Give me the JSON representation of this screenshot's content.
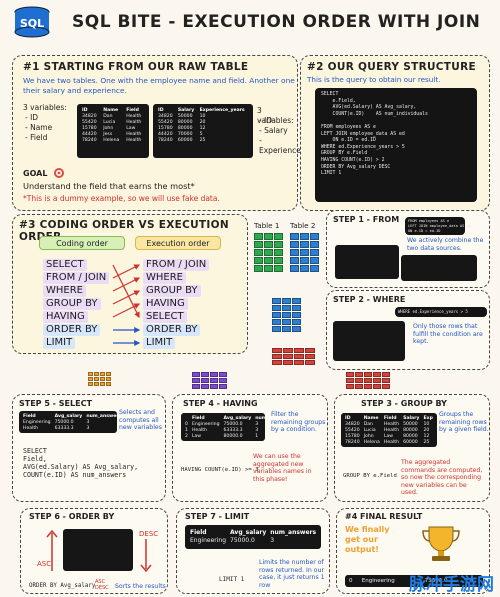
{
  "header": {
    "badge": "SQL",
    "title": "SQL BITE - EXECUTION ORDER WITH JOIN"
  },
  "section1": {
    "title": "#1 STARTING FROM OUR RAW TABLE",
    "intro": "We have two tables. One with the employee name and field. Another one their salary and experience.",
    "vars_left_label": "3 variables:",
    "vars_left": [
      "- ID",
      "- Name",
      "- Field"
    ],
    "vars_right_label": "3 variables:",
    "vars_right": [
      "- ID",
      "- Salary",
      "- Experience"
    ],
    "table1": {
      "headers": [
        "ID",
        "Name",
        "Field"
      ],
      "rows": [
        [
          "34820",
          "Dan",
          "Health"
        ],
        [
          "55420",
          "Lucia",
          "Health"
        ],
        [
          "15780",
          "John",
          "Law"
        ],
        [
          "44420",
          "Jess",
          "Health"
        ],
        [
          "78240",
          "Helena",
          "Health"
        ]
      ]
    },
    "table2": {
      "headers": [
        "ID",
        "Salary",
        "Experience_years"
      ],
      "rows": [
        [
          "34820",
          "50000",
          "10"
        ],
        [
          "55420",
          "80000",
          "20"
        ],
        [
          "15780",
          "80000",
          "12"
        ],
        [
          "44420",
          "70000",
          "5"
        ],
        [
          "78240",
          "60000",
          "25"
        ]
      ]
    },
    "goal_label": "GOAL",
    "goal": "Understand the field that earns the most*",
    "dummy_note": "*This is a dummy example, so we will use fake data."
  },
  "section2": {
    "title": "#2 OUR QUERY STRUCTURE",
    "intro": "This is the query to obtain our result.",
    "query": [
      "SELECT",
      "    e.Field,",
      "    AVG(ed.Salary) AS Avg_salary,",
      "    COUNT(e.ID)    AS num_individuals",
      "",
      "FROM employees AS e",
      "LEFT JOIN employee_data AS ed",
      "    ON e.ID = ed.ID",
      "WHERE ed.Experience_years > 5",
      "GROUP BY e.Field",
      "HAVING COUNT(e.ID) > 2",
      "ORDER BY Avg_salary DESC",
      "LIMIT 1"
    ]
  },
  "section3": {
    "title": "#3 CODING ORDER VS EXECUTION ORDER",
    "coding_label": "Coding order",
    "execution_label": "Execution order",
    "coding": [
      "SELECT",
      "FROM / JOIN",
      "WHERE",
      "GROUP BY",
      "HAVING",
      "ORDER BY",
      "LIMIT"
    ],
    "execution": [
      "FROM / JOIN",
      "WHERE",
      "GROUP BY",
      "HAVING",
      "SELECT",
      "ORDER BY",
      "LIMIT"
    ],
    "table_labels": [
      "Table 1",
      "Table 2"
    ]
  },
  "step1": {
    "title": "STEP 1 - FROM",
    "code_lines": [
      "FROM employees AS e",
      "LEFT JOIN employee_data AS ed",
      "ON e.ID = ed.ID"
    ],
    "note": "We actively combine the two data sources."
  },
  "step2": {
    "title": "STEP 2 - WHERE",
    "code": "WHERE ed.Experience_years > 5",
    "note": "Only those rows that fulfill the condition are kept."
  },
  "step3": {
    "title": "STEP 3 - GROUP BY",
    "headers": [
      "ID",
      "Name",
      "Field",
      "Salary",
      "Exp"
    ],
    "rows": [
      [
        "34820",
        "Dan",
        "Health",
        "50000",
        "10"
      ],
      [
        "55420",
        "Lucia",
        "Health",
        "80000",
        "20"
      ],
      [
        "15780",
        "John",
        "Law",
        "80000",
        "12"
      ],
      [
        "78240",
        "Helena",
        "Health",
        "60000",
        "25"
      ]
    ],
    "code": "GROUP BY e.Field",
    "note": "Groups the remaining rows by a given field.",
    "red_note": "The aggregated commands are computed, so now the corresponding new variables can be used."
  },
  "step4": {
    "title": "STEP 4 - HAVING",
    "headers": [
      "",
      "Field",
      "Avg_salary",
      "num_answers"
    ],
    "rows": [
      [
        "0",
        "Engineering",
        "75000.0",
        "3"
      ],
      [
        "1",
        "Health",
        "63333.3",
        "3"
      ],
      [
        "2",
        "Law",
        "80000.0",
        "1"
      ]
    ],
    "code": "HAVING COUNT(e.ID) >= 3",
    "note": "Filter the remaining groups by a condition.",
    "red_note": "We can use the aggregated new variables names in this phase!"
  },
  "step5": {
    "title": "STEP 5 - SELECT",
    "headers": [
      "Field",
      "Avg_salary",
      "num_answers"
    ],
    "rows": [
      [
        "Engineering",
        "75000.0",
        "3"
      ],
      [
        "Health",
        "63333.3",
        "3"
      ]
    ],
    "code": [
      "SELECT",
      "Field,",
      "AVG(ed.Salary)  AS Avg_salary,",
      "COUNT(e.ID)  AS num_answers"
    ],
    "note": "Selects and computes all new variables"
  },
  "step6": {
    "title": "STEP 6 - ORDER BY",
    "desc_label": "DESC",
    "asc_label": "ASC",
    "code": "ORDER BY Avg_salary",
    "code_suffix": "ASC DESC",
    "note": "Sorts the results"
  },
  "step7": {
    "title": "STEP 7 - LIMIT",
    "headers": [
      "Field",
      "Avg_salary",
      "num_answers"
    ],
    "rows": [
      [
        "Engineering",
        "75000.0",
        "3"
      ]
    ],
    "code": "LIMIT 1",
    "note": "Limits the number of rows returned. In our case, it just returns 1 row"
  },
  "final": {
    "title": "#4 FINAL RESULT",
    "text": "We finally get our output!",
    "row": [
      "0",
      "Engineering",
      "75000.0",
      "3"
    ]
  },
  "watermark": "脉冲手游网",
  "colors": {
    "accent_blue": "#2357c5",
    "accent_red": "#d0312d",
    "table_green": "#2fa84f",
    "table_blue": "#2f7ecf",
    "table_red": "#d4423b",
    "table_orange": "#f0a032",
    "purple": "#7d4bd0"
  }
}
